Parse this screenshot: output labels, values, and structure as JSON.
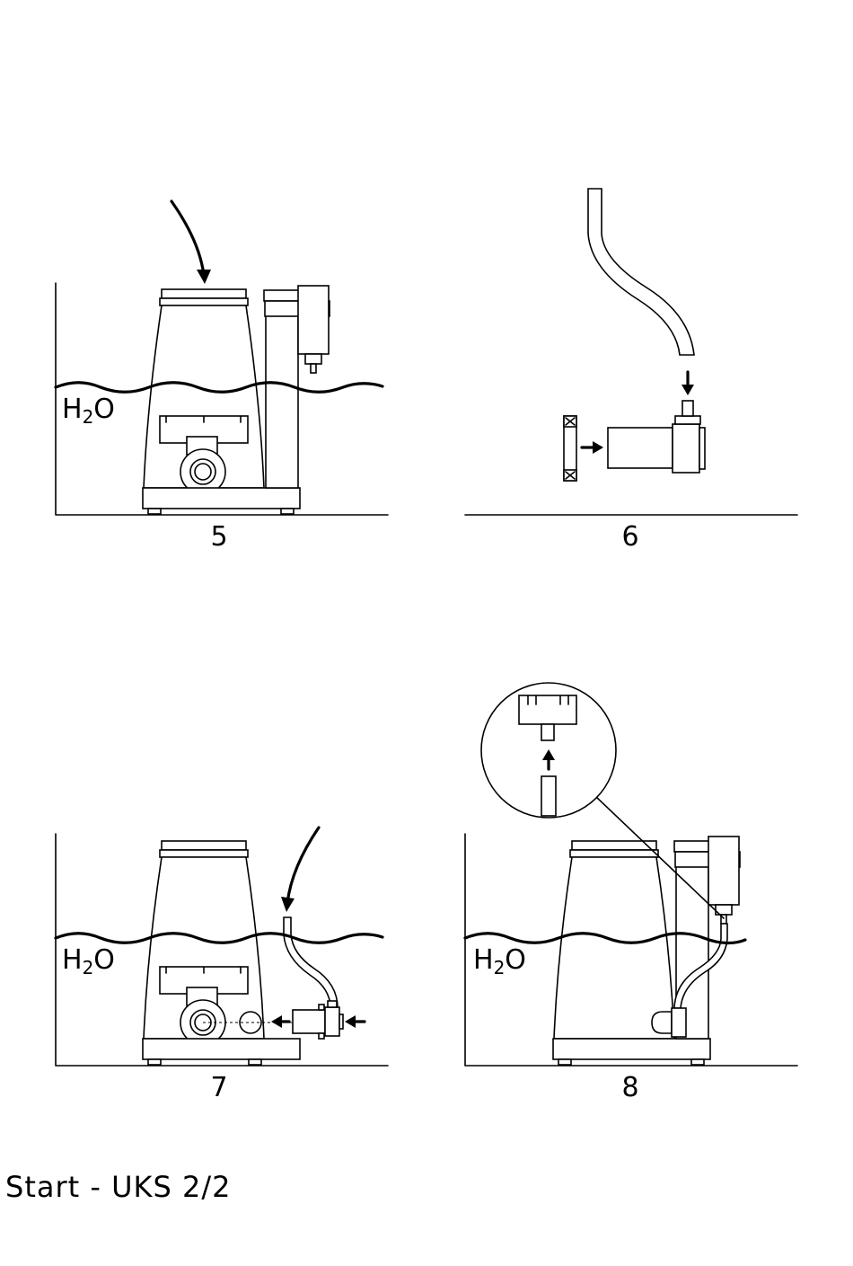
{
  "panels": [
    {
      "number": "5",
      "water_label": "H",
      "water_sub": "2",
      "water_end": "O"
    },
    {
      "number": "6"
    },
    {
      "number": "7",
      "water_label": "H",
      "water_sub": "2",
      "water_end": "O"
    },
    {
      "number": "8",
      "water_label": "H",
      "water_sub": "2",
      "water_end": "O"
    }
  ],
  "footer": {
    "title": "Start - UKS 2/2"
  },
  "icons": [
    "arrow-icon",
    "water-surface",
    "skimmer",
    "pump",
    "hose",
    "magnifier-detail"
  ]
}
